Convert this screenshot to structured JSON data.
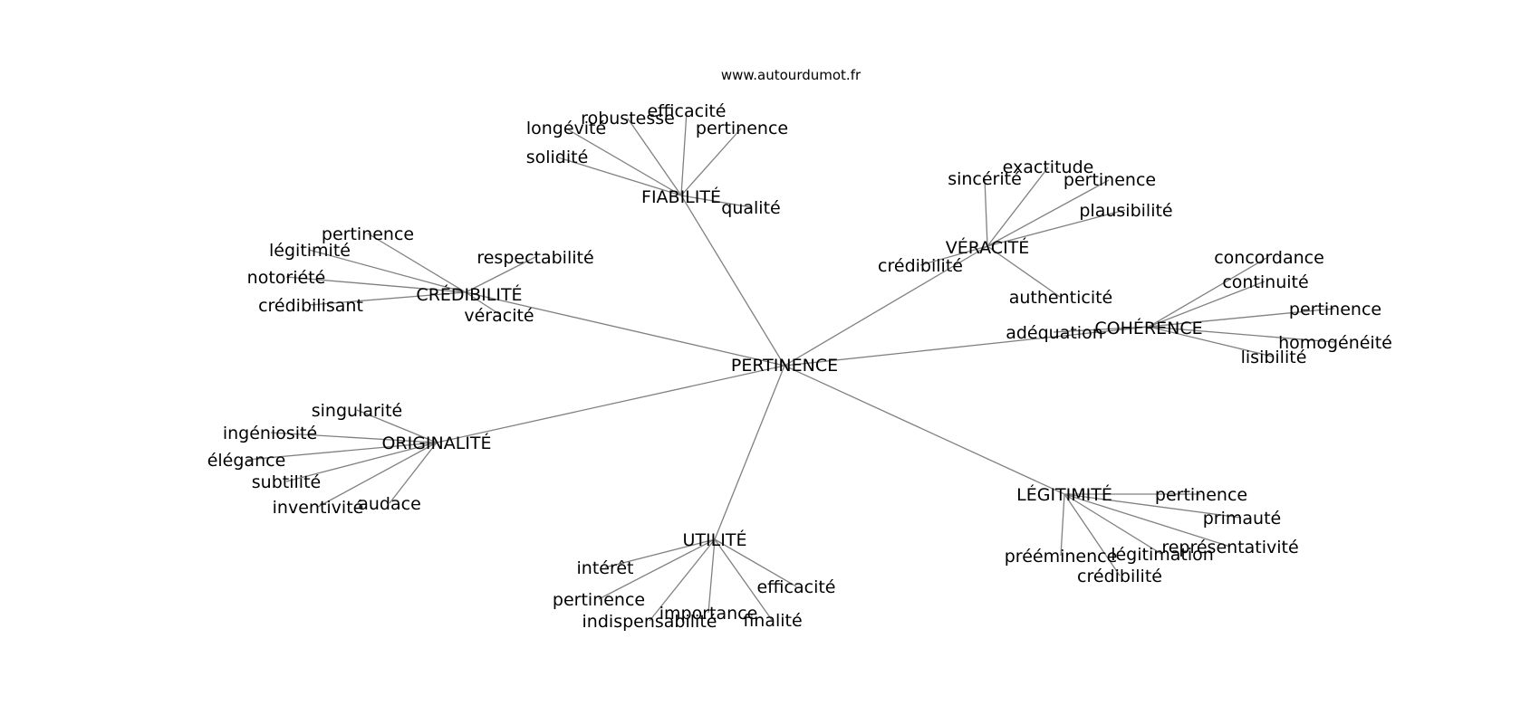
{
  "site_label": "www.autourdumot.fr",
  "center": {
    "label": "PERTINENCE"
  },
  "clusters": [
    {
      "id": "fiabilite",
      "label": "FIABILITÉ",
      "words": [
        "longévité",
        "robustesse",
        "efficacité",
        "pertinence",
        "solidité",
        "qualité"
      ]
    },
    {
      "id": "credibilite",
      "label": "CRÉDIBILITÉ",
      "words": [
        "pertinence",
        "légitimité",
        "respectabilité",
        "notoriété",
        "crédibilisant",
        "véracité"
      ]
    },
    {
      "id": "veracite",
      "label": "VÉRACITÉ",
      "words": [
        "sincérité",
        "exactitude",
        "pertinence",
        "plausibilité",
        "crédibilité",
        "authenticité"
      ]
    },
    {
      "id": "coherence",
      "label": "COHÉRENCE",
      "words": [
        "concordance",
        "continuité",
        "pertinence",
        "adéquation",
        "homogénéité",
        "lisibilité"
      ]
    },
    {
      "id": "originalite",
      "label": "ORIGINALITÉ",
      "words": [
        "singularité",
        "ingéniosité",
        "élégance",
        "subtilité",
        "inventivité",
        "audace"
      ]
    },
    {
      "id": "utilite",
      "label": "UTILITÉ",
      "words": [
        "intérêt",
        "efficacité",
        "pertinence",
        "importance",
        "indispensabilité",
        "finalité"
      ]
    },
    {
      "id": "legitimite",
      "label": "LÉGITIMITÉ",
      "words": [
        "pertinence",
        "primauté",
        "représentativité",
        "légitimation",
        "prééminence",
        "crédibilité"
      ]
    }
  ]
}
